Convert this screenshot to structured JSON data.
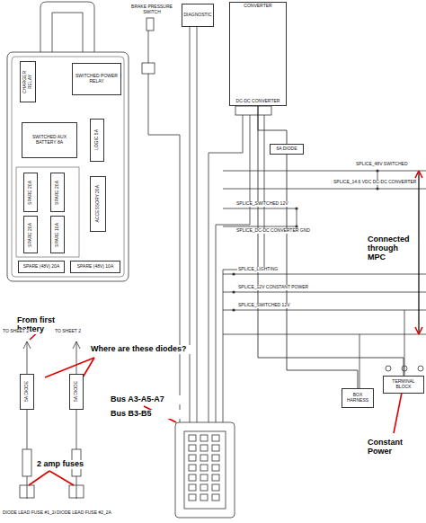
{
  "diagram": {
    "nodes": [
      {
        "text": [
          "SWITCHED POWER RELAY"
        ]
      },
      {
        "text": [
          "CHARGER RELAY"
        ]
      },
      {
        "text": [
          "SWITCHED AUX BATTERY 8A"
        ]
      },
      {
        "text": [
          "LOGIC 5A"
        ]
      },
      {
        "text": [
          "SPARE 20A"
        ]
      },
      {
        "text": [
          "SPARE 20A"
        ]
      },
      {
        "text": [
          "SPARE 20A"
        ]
      },
      {
        "text": [
          "SPARE 10A"
        ]
      },
      {
        "text": [
          "ACCESSORY 20A"
        ]
      },
      {
        "text": [
          "SPARE (48V) 20A"
        ]
      },
      {
        "text": [
          "SPARE (48V) 10A"
        ]
      },
      {
        "text": [
          "BRAKE PRESSURE SWITCH"
        ]
      },
      {
        "text": [
          "DIAGNOSTIC"
        ]
      },
      {
        "text": [
          "CONVERTER",
          "DC-DC CONVERTER"
        ]
      },
      {
        "text": [
          "6A DIODE"
        ]
      },
      {
        "text": [
          "BOX HARNESS"
        ]
      },
      {
        "text": [
          "TERMINAL BLOCK"
        ]
      },
      {
        "text": [
          "5A DIODE"
        ]
      },
      {
        "text": [
          "5A DIODE"
        ]
      }
    ],
    "edges": [
      {
        "from": 13,
        "to": 14,
        "arrow": "none"
      },
      {
        "from": 14,
        "to": 15,
        "arrow": "none"
      },
      {
        "from": 13,
        "to": 16,
        "arrow": "none"
      }
    ],
    "labels": [
      "SPLICE_48V SWITCHED",
      "SPLICE_14.6 VDC DC-DC CONVERTER",
      "SPLICE_SWITCHED 12V",
      "SPLICE_DC-DC CONVERTER GND",
      "SPLICE_LIGHTING",
      "SPLICE_12V CONSTANT POWER",
      "SPLICE_SWITCHED 12V",
      "From first battery",
      "Where are these diodes?",
      "Bus A3-A5-A7",
      "Bus B3-B5",
      "2 amp fuses",
      "Connected through MPC",
      "Constant Power",
      "TO SHEET 2",
      "TO SHEET 2",
      "DIODE LEAD FUSE #1_2A",
      "DIODE LEAD FUSE #2_2A"
    ]
  }
}
